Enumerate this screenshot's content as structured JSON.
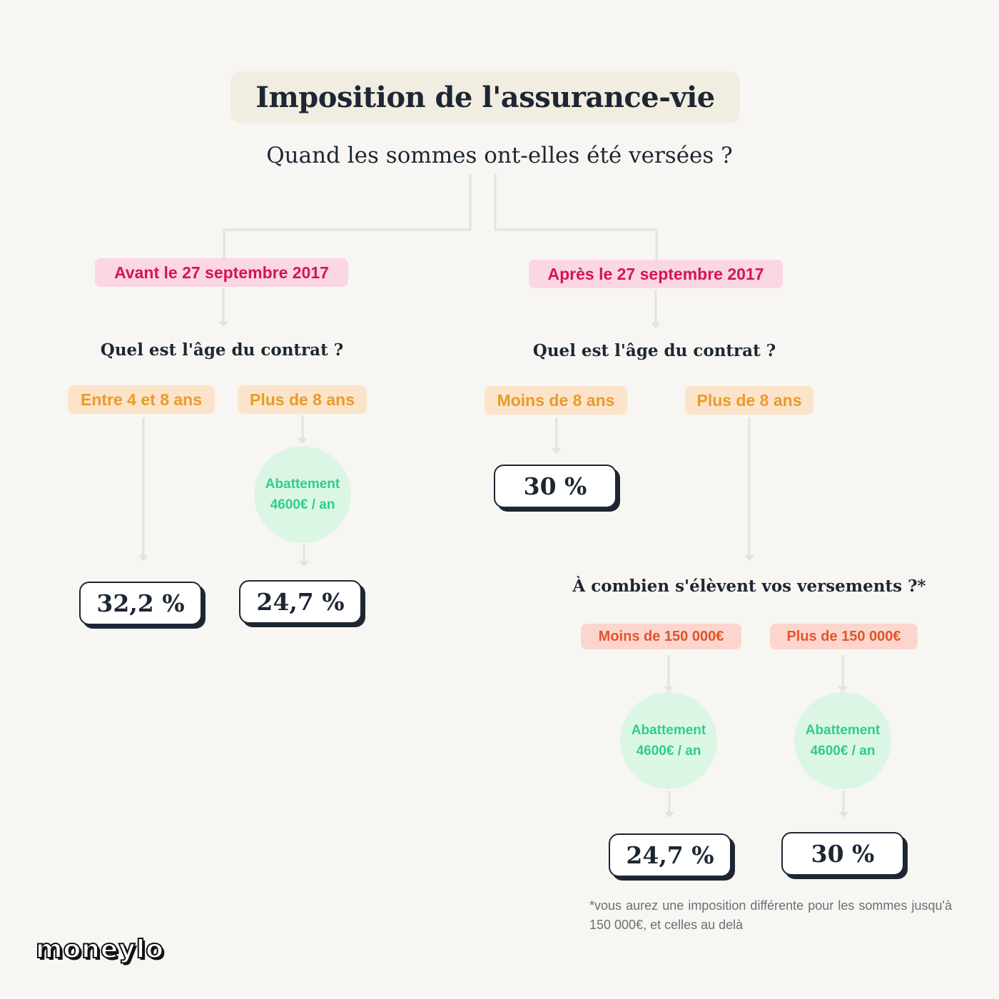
{
  "title": "Imposition de l'assurance-vie",
  "main_question": "Quand les sommes ont-elles été versées ?",
  "colors": {
    "background": "#f8f6f2",
    "dark_text": "#1d2733",
    "pink_text": "#d4145a",
    "orange_text": "#eb9a2a",
    "green_text": "#2ecf86",
    "red_text": "#e0562a",
    "connector": "#e1e2e6"
  },
  "left_branch": {
    "date_label": "Avant le 27 septembre 2017",
    "question": "Quel est l'âge du contrat ?",
    "option_a": {
      "label": "Entre 4 et 8 ans",
      "rate": "32,2 %"
    },
    "option_b": {
      "label": "Plus de 8 ans",
      "allowance_line1": "Abattement",
      "allowance_line2": "4600€ / an",
      "rate": "24,7 %"
    }
  },
  "right_branch": {
    "date_label": "Après le 27 septembre 2017",
    "question": "Quel est l'âge du contrat ?",
    "option_a": {
      "label": "Moins de 8 ans",
      "rate": "30 %"
    },
    "option_b": {
      "label": "Plus de 8 ans",
      "question": "À combien s'élèvent vos versements ?*",
      "sub_a": {
        "label": "Moins de 150 000€",
        "allowance_line1": "Abattement",
        "allowance_line2": "4600€ / an",
        "rate": "24,7 %"
      },
      "sub_b": {
        "label": "Plus de 150 000€",
        "allowance_line1": "Abattement",
        "allowance_line2": "4600€ / an",
        "rate": "30 %"
      }
    }
  },
  "footnote": "*vous aurez une imposition différente pour les sommes jusqu'à 150 000€, et celles au delà",
  "logo": "moneylo"
}
